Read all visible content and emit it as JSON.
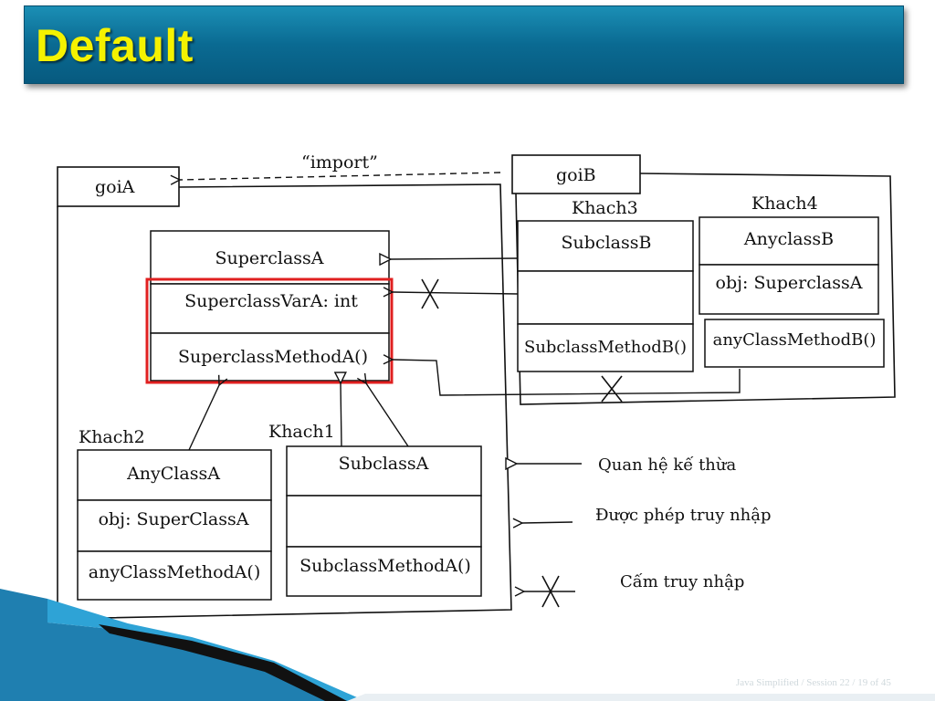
{
  "slide": {
    "title": "Default",
    "footer": "Java Simplified / Session 22 / 19 of 45"
  },
  "diagram": {
    "import_label": "“import”",
    "packages": {
      "goiA": "goiA",
      "goiB": "goiB"
    },
    "clients": {
      "khach1": "Khach1",
      "khach2": "Khach2",
      "khach3": "Khach3",
      "khach4": "Khach4"
    },
    "classes": {
      "superclassA": {
        "name": "SuperclassA",
        "attribute": "SuperclassVarA: int",
        "method": "SuperclassMethodA()"
      },
      "anyClassA": {
        "name": "AnyClassA",
        "attribute": "obj: SuperClassA",
        "method": "anyClassMethodA()"
      },
      "subclassA": {
        "name": "SubclassA",
        "attribute": "",
        "method": "SubclassMethodA()"
      },
      "subclassB": {
        "name": "SubclassB",
        "attribute": "",
        "method": "SubclassMethodB()"
      },
      "anyclassB": {
        "name": "AnyclassB",
        "attribute": "obj: SuperclassA",
        "method": "anyClassMethodB()"
      }
    },
    "legend": {
      "inheritance": "Quan hệ kế thừa",
      "access_allowed": "Được phép truy nhập",
      "access_denied": "Cấm truy nhập"
    },
    "highlight_color": "#e02020"
  }
}
